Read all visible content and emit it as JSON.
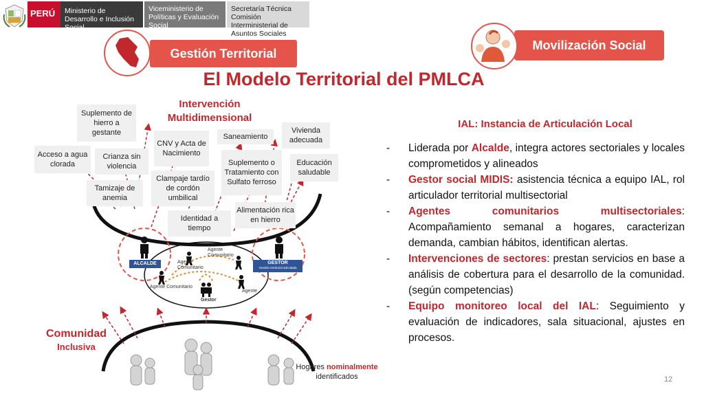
{
  "header": {
    "peru": "PERÚ",
    "ministry": "Ministerio de Desarrollo e Inclusión Social",
    "vice_ministry": "Viceministerio de Políticas y Evaluación Social",
    "secretaria": "Secretaría Técnica Comisión Interministerial de Asuntos Sociales"
  },
  "pills": {
    "gestion": "Gestión Territorial",
    "movilizacion": "Movilización Social"
  },
  "title": "El Modelo Territorial del PMLCA",
  "intervencion": {
    "title": "Intervención Multidimensional",
    "tags": {
      "suplemento_hierro": "Suplemento de hierro a gestante",
      "acceso_agua": "Acceso a agua clorada",
      "crianza": "Crianza sin violencia",
      "tamizaje": "Tamizaje de anemia",
      "cnv": "CNV y Acta de Nacimiento",
      "saneamiento": "Saneamiento",
      "vivienda": "Vivienda adecuada",
      "educacion": "Educación saludable",
      "clampaje": "Clampaje tardío de cordón umbilical",
      "suplemento_tratamiento": "Suplemento o Tratamiento con Sulfato ferroso",
      "identidad": "Identidad a tiempo",
      "alimentacion": "Alimentación rica en hierro"
    }
  },
  "diagram": {
    "alcalde": "ALCALDE",
    "gestor_badge": "GESTOR",
    "gestor_sub": "Gestión territorial articulada",
    "agente_comunitario": "Agente Comunitario",
    "agente": "Agente",
    "gestor": "Gestor"
  },
  "ial": {
    "title": "IAL: Instancia de Articulación Local",
    "bullets": [
      {
        "dash": "-",
        "pre": "Liderada por ",
        "hl": "Alcalde",
        "post": ", integra actores sectoriales y locales comprometidos y alineados"
      },
      {
        "dash": "-",
        "pre": "",
        "hl": "Gestor social MIDIS:",
        "post": " asistencia técnica a equipo IAL, rol articulador territorial multisectorial"
      },
      {
        "dash": "-",
        "pre": "",
        "hl": "Agentes comunitarios multisectoriales",
        "post": ": Acompañamiento semanal a hogares, caracterizan demanda, cambian hábitos, identifican alertas."
      },
      {
        "dash": "-",
        "pre": "",
        "hl": "Intervenciones de sectores",
        "post": ": prestan servicios en base a análisis de cobertura para el desarrollo de la comunidad.(según competencias)"
      },
      {
        "dash": "-",
        "pre": "",
        "hl": "Equipo monitoreo local del IAL",
        "post": ": Seguimiento y evaluación de indicadores, sala situacional, ajustes en procesos."
      }
    ]
  },
  "comunidad": {
    "line1": "Comunidad",
    "line2": "Inclusiva"
  },
  "hogares": {
    "pre": "Hogares ",
    "hl": "nominalmente",
    "post": "identificados"
  },
  "page_number": "12",
  "colors": {
    "accent": "#c0282d",
    "pill": "#e4544b",
    "badge": "#2f5597"
  }
}
